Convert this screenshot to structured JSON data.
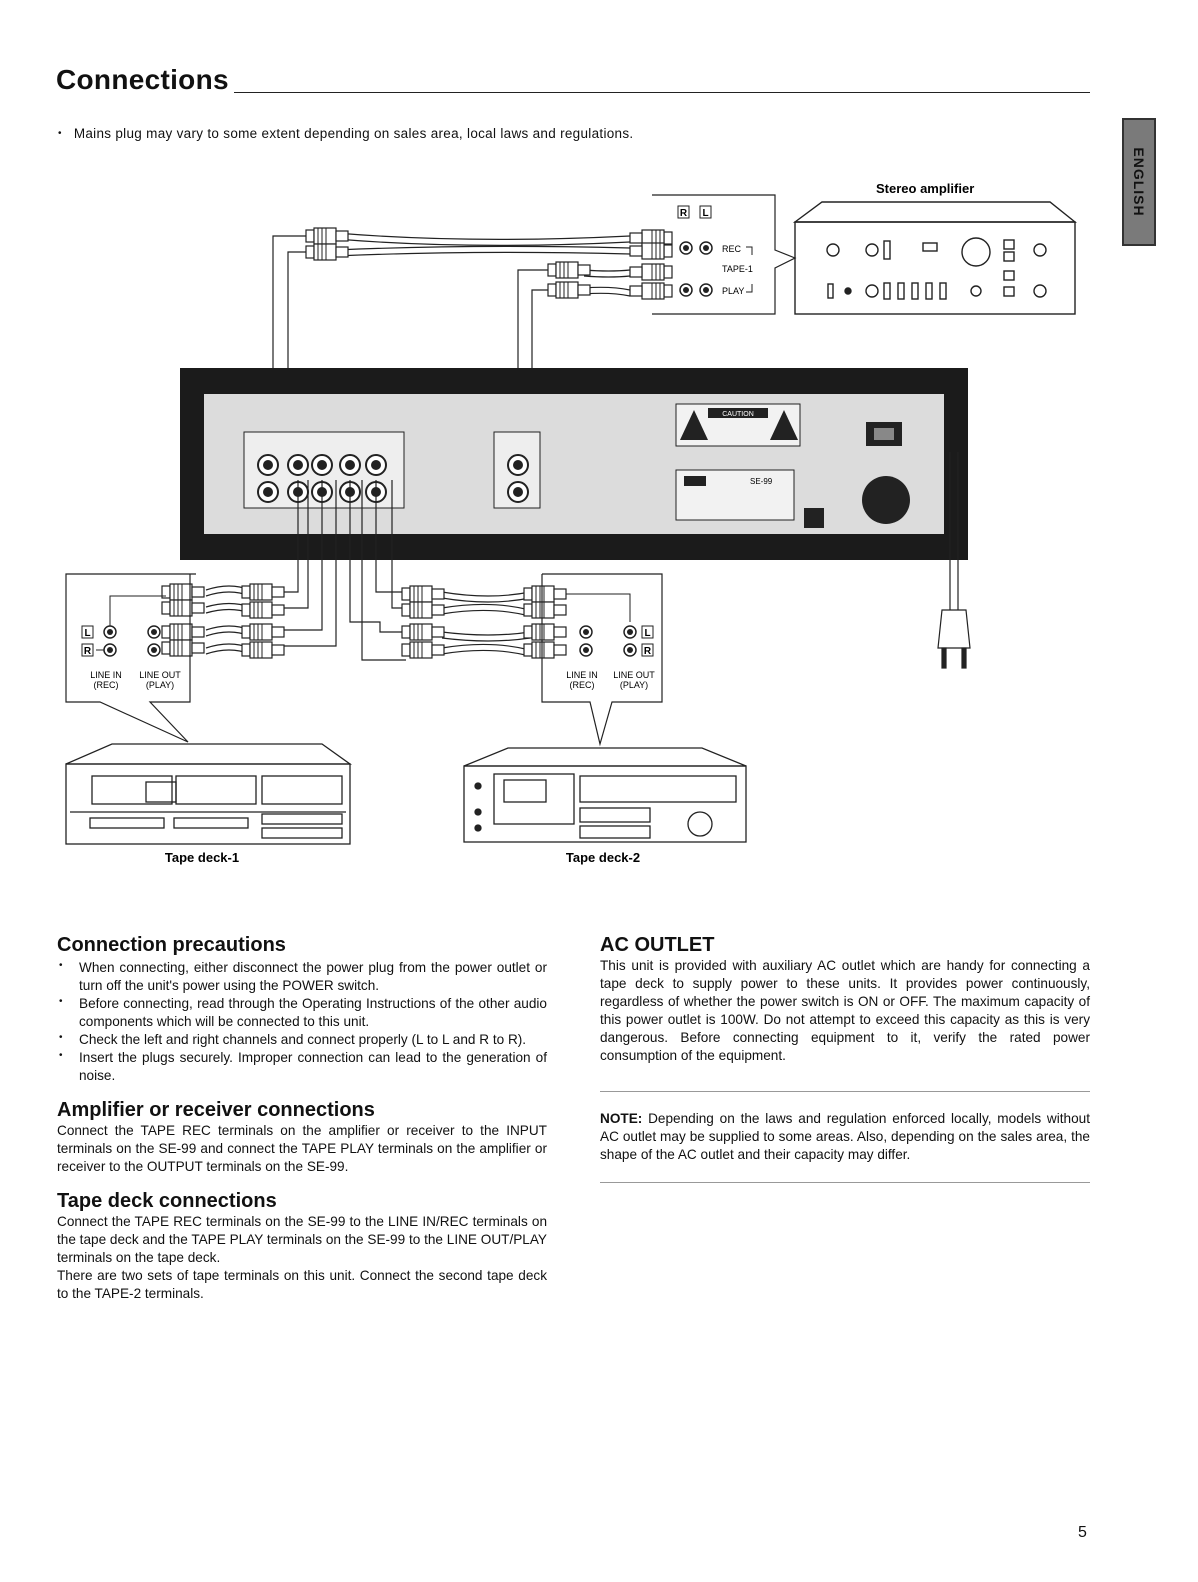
{
  "page": {
    "title": "Connections",
    "note": "Mains plug may vary to some extent depending on sales area, local laws and regulations.",
    "side_tab": "ENGLISH",
    "page_number": "5"
  },
  "diagram": {
    "amplifier_label": "Stereo amplifier",
    "r_badge": "R",
    "l_badge": "L",
    "rec": "REC",
    "tape1": "TAPE-1",
    "play": "PLAY",
    "line_in": "LINE IN",
    "rec_paren": "(REC)",
    "line_out": "LINE OUT",
    "play_paren": "(PLAY)",
    "deck1_label": "Tape deck-1",
    "deck2_label": "Tape deck-2",
    "caution": "CAUTION",
    "model": "SE-99"
  },
  "sections": {
    "precautions": {
      "heading": "Connection precautions",
      "items": [
        "When connecting, either disconnect the power plug from the power outlet or turn off the unit's power using the POWER switch.",
        "Before connecting, read through the Operating Instructions of the other audio components which will be connected to this unit.",
        "Check the left and right channels and connect properly (L to L and R to R).",
        "Insert the plugs securely. Improper connection can lead to the generation of noise."
      ]
    },
    "amplifier": {
      "heading": "Amplifier or receiver connections",
      "body": "Connect the TAPE REC terminals on the amplifier or receiver to the INPUT terminals on the SE-99 and connect the TAPE PLAY terminals on the amplifier or receiver to the OUTPUT terminals on the SE-99."
    },
    "tape_deck": {
      "heading": "Tape deck connections",
      "body1": "Connect the TAPE REC terminals on the SE-99 to the LINE IN/REC terminals on the tape deck and the TAPE PLAY terminals on the SE-99 to the LINE OUT/PLAY terminals on the tape deck.",
      "body2": "There are two sets of tape terminals on this unit. Connect the second tape deck to the TAPE-2 terminals."
    },
    "ac_outlet": {
      "heading": "AC OUTLET",
      "body": "This unit is provided with auxiliary AC outlet which are handy for connecting a tape deck to supply power to these units. It provides power continuously, regardless of whether the power switch is ON or OFF. The maximum capacity of this power outlet is 100W. Do not attempt to exceed this capacity as this is very dangerous. Before connecting equipment to it, verify the rated power consumption of the equipment."
    },
    "note": {
      "label": "NOTE:",
      "body": "Depending on the laws and regulation enforced locally, models without AC outlet may be supplied to some areas. Also, depending on the sales area, the shape of the AC outlet and their capacity may differ."
    }
  }
}
